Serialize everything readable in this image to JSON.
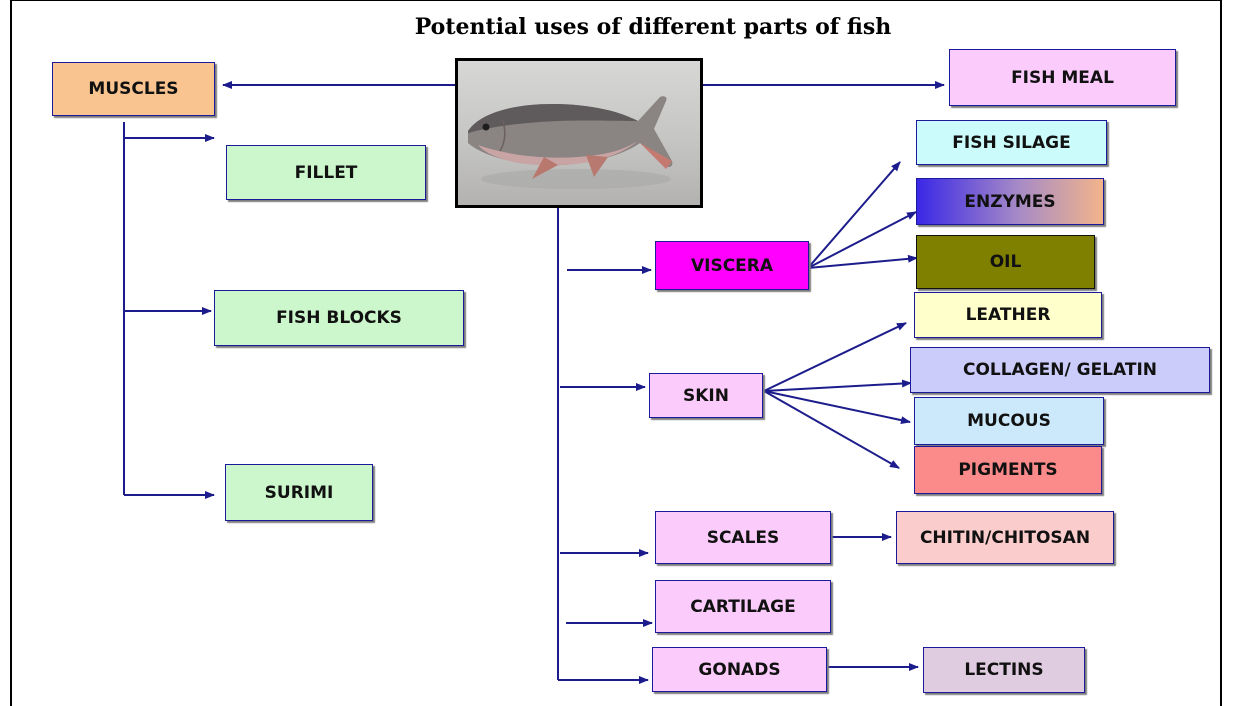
{
  "title": "Potential uses of different parts of fish",
  "nodes": {
    "muscles": "MUSCLES",
    "fillet": "FILLET",
    "fish_blocks": "FISH BLOCKS",
    "surimi": "SURIMI",
    "fish_meal": "FISH MEAL",
    "fish_silage": "FISH SILAGE",
    "enzymes": "ENZYMES",
    "viscera": "VISCERA",
    "oil": "OIL",
    "leather": "LEATHER",
    "collagen": "COLLAGEN/ GELATIN",
    "skin": "SKIN",
    "mucous": "MUCOUS",
    "pigments": "PIGMENTS",
    "scales": "SCALES",
    "chitin": "CHITIN/CHITOSAN",
    "cartilage": "CARTILAGE",
    "gonads": "GONADS",
    "lectins": "LECTINS"
  },
  "colors": {
    "arrow": "#1c1c8c",
    "muscles": "#f9c48f",
    "green": "#ccf7cc",
    "pink": "#fbccfb",
    "viscera": "#ff00ff",
    "fish_silage": "#ccfbfb",
    "oil": "#7f7f00",
    "leather": "#ffffcc",
    "collagen": "#ccccfb",
    "mucous": "#cce8fb",
    "pigments": "#fb8a8a",
    "chitin": "#fbcccc",
    "lectins": "#e0cce0"
  }
}
